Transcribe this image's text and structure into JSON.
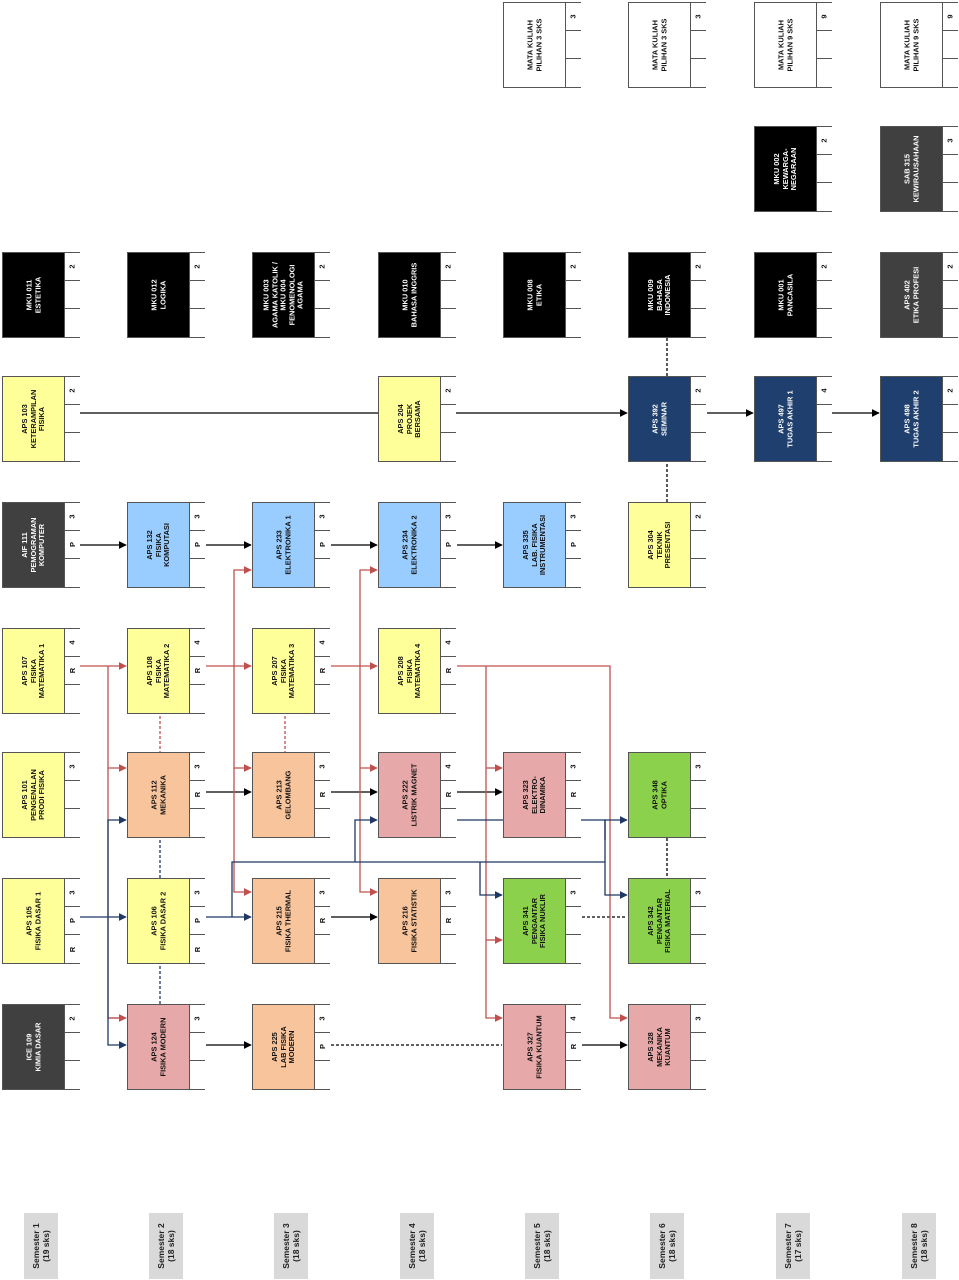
{
  "palette": {
    "yellow": "#ffff99",
    "blue": "#99ccff",
    "orange": "#f8c49c",
    "pink": "#e6a8a8",
    "green": "#8cd14b",
    "navy": "#1f3f6e",
    "black": "#000000",
    "darkgray": "#404040",
    "white": "#ffffff",
    "arrow_red": "#c0504d",
    "arrow_navy": "#1f3864",
    "arrow_black": "#000000"
  },
  "semesters": [
    {
      "id": "sem-1",
      "name": "Semester 1",
      "sks": "(19 sks)"
    },
    {
      "id": "sem-2",
      "name": "Semester 2",
      "sks": "(18 sks)"
    },
    {
      "id": "sem-3",
      "name": "Semester 3",
      "sks": "(18 sks)"
    },
    {
      "id": "sem-4",
      "name": "Semester 4",
      "sks": "(18 sks)"
    },
    {
      "id": "sem-5",
      "name": "Semester 5",
      "sks": "(18 sks)"
    },
    {
      "id": "sem-6",
      "name": "Semester 6",
      "sks": "(18 sks)"
    },
    {
      "id": "sem-7",
      "name": "Semester 7",
      "sks": "(17 sks)"
    },
    {
      "id": "sem-8",
      "name": "Semester 8",
      "sks": "(18 sks)"
    }
  ],
  "courses": [
    {
      "id": "mpil1",
      "sem": 5,
      "slot": 0,
      "lines": [
        "MATA KULIAH",
        "PILIHAN 3 SKS"
      ],
      "sks": "3",
      "mark": "",
      "color": "white"
    },
    {
      "id": "mpil2",
      "sem": 6,
      "slot": 0,
      "lines": [
        "MATA KULIAH",
        "PILIHAN 3 SKS"
      ],
      "sks": "3",
      "mark": "",
      "color": "white"
    },
    {
      "id": "mpil3",
      "sem": 7,
      "slot": 0,
      "lines": [
        "MATA KULIAH",
        "PILIHAN 9 SKS"
      ],
      "sks": "9",
      "mark": "",
      "color": "white"
    },
    {
      "id": "mpil4",
      "sem": 8,
      "slot": 0,
      "lines": [
        "MATA KULIAH",
        "PILIHAN 9 SKS"
      ],
      "sks": "9",
      "mark": "",
      "color": "white"
    },
    {
      "id": "mku002",
      "sem": 7,
      "slot": 1,
      "lines": [
        "MKU 002",
        "KEWARGA-",
        "NEGARAAN"
      ],
      "sks": "2",
      "mark": "",
      "color": "black"
    },
    {
      "id": "sab315",
      "sem": 8,
      "slot": 1,
      "lines": [
        "SAB 315",
        "KEWIRAUSAHAAN"
      ],
      "sks": "3",
      "mark": "",
      "color": "darkgray"
    },
    {
      "id": "mku011",
      "sem": 1,
      "slot": 2,
      "lines": [
        "MKU 011",
        "ESTETIKA"
      ],
      "sks": "2",
      "mark": "",
      "color": "black"
    },
    {
      "id": "mku012",
      "sem": 2,
      "slot": 2,
      "lines": [
        "MKU 012",
        "LOGIKA"
      ],
      "sks": "2",
      "mark": "",
      "color": "black"
    },
    {
      "id": "mku003",
      "sem": 3,
      "slot": 2,
      "lines": [
        "MKU 003",
        "AGAMA KATOLIK /",
        "MKU 004",
        "FENOMENOLOGI",
        "AGAMA"
      ],
      "sks": "2",
      "mark": "",
      "color": "black"
    },
    {
      "id": "mku010",
      "sem": 4,
      "slot": 2,
      "lines": [
        "MKU 010",
        "BAHASA INGGRIS"
      ],
      "sks": "2",
      "mark": "",
      "color": "black"
    },
    {
      "id": "mku008",
      "sem": 5,
      "slot": 2,
      "lines": [
        "MKU 008",
        "ETIKA"
      ],
      "sks": "2",
      "mark": "",
      "color": "black"
    },
    {
      "id": "mku009",
      "sem": 6,
      "slot": 2,
      "lines": [
        "MKU 009",
        "BAHASA",
        "INDONESIA"
      ],
      "sks": "2",
      "mark": "",
      "color": "black"
    },
    {
      "id": "mku001",
      "sem": 7,
      "slot": 2,
      "lines": [
        "MKU 001",
        "PANCASILA"
      ],
      "sks": "2",
      "mark": "",
      "color": "black"
    },
    {
      "id": "aps402",
      "sem": 8,
      "slot": 2,
      "lines": [
        "APS 402",
        "ETIKA PROFESI"
      ],
      "sks": "2",
      "mark": "",
      "color": "darkgray"
    },
    {
      "id": "aps103",
      "sem": 1,
      "slot": 3,
      "lines": [
        "APS 103",
        "KETERAMPILAN",
        "FISIKA"
      ],
      "sks": "2",
      "mark": "",
      "color": "yellow"
    },
    {
      "id": "aps204",
      "sem": 4,
      "slot": 3,
      "lines": [
        "APS 204",
        "PROJEK",
        "BERSAMA"
      ],
      "sks": "2",
      "mark": "",
      "color": "yellow"
    },
    {
      "id": "aps392",
      "sem": 6,
      "slot": 3,
      "lines": [
        "APS 392",
        "SEMINAR"
      ],
      "sks": "2",
      "mark": "",
      "color": "navy"
    },
    {
      "id": "aps497",
      "sem": 7,
      "slot": 3,
      "lines": [
        "APS 497",
        "TUGAS AKHIR 1"
      ],
      "sks": "4",
      "mark": "",
      "color": "navy"
    },
    {
      "id": "aps498",
      "sem": 8,
      "slot": 3,
      "lines": [
        "APS 498",
        "TUGAS AKHIR 2"
      ],
      "sks": "2",
      "mark": "",
      "color": "navy"
    },
    {
      "id": "aif111",
      "sem": 1,
      "slot": 4,
      "lines": [
        "AIF 111",
        "PEMOGRAMAN",
        "KOMPUTER"
      ],
      "sks": "3",
      "mark": "P",
      "color": "darkgray"
    },
    {
      "id": "aps132",
      "sem": 2,
      "slot": 4,
      "lines": [
        "APS 132",
        "FISIKA",
        "KOMPUTASI"
      ],
      "sks": "3",
      "mark": "P",
      "color": "blue"
    },
    {
      "id": "aps233",
      "sem": 3,
      "slot": 4,
      "lines": [
        "APS 233",
        "ELEKTRONIKA 1"
      ],
      "sks": "3",
      "mark": "P",
      "color": "blue"
    },
    {
      "id": "aps234",
      "sem": 4,
      "slot": 4,
      "lines": [
        "APS 234",
        "ELEKTRONIKA 2"
      ],
      "sks": "3",
      "mark": "P",
      "color": "blue"
    },
    {
      "id": "aps335",
      "sem": 5,
      "slot": 4,
      "lines": [
        "APS 335",
        "LAB. FISIKA",
        "INSTRUMENTASI"
      ],
      "sks": "3",
      "mark": "P",
      "color": "blue"
    },
    {
      "id": "aps304",
      "sem": 6,
      "slot": 4,
      "lines": [
        "APS 304",
        "TEKNIK",
        "PRESENTASI"
      ],
      "sks": "2",
      "mark": "",
      "color": "yellow"
    },
    {
      "id": "aps107",
      "sem": 1,
      "slot": 5,
      "lines": [
        "APS 107",
        "FISIKA",
        "MATEMATIKA 1"
      ],
      "sks": "4",
      "mark": "R",
      "color": "yellow"
    },
    {
      "id": "aps108",
      "sem": 2,
      "slot": 5,
      "lines": [
        "APS 108",
        "FISIKA",
        "MATEMATIKA 2"
      ],
      "sks": "4",
      "mark": "R",
      "color": "yellow"
    },
    {
      "id": "aps207",
      "sem": 3,
      "slot": 5,
      "lines": [
        "APS 207",
        "FISIKA",
        "MATEMATIKA 3"
      ],
      "sks": "4",
      "mark": "R",
      "color": "yellow"
    },
    {
      "id": "aps208",
      "sem": 4,
      "slot": 5,
      "lines": [
        "APS 208",
        "FISIKA",
        "MATEMATIKA 4"
      ],
      "sks": "4",
      "mark": "R",
      "color": "yellow"
    },
    {
      "id": "aps101",
      "sem": 1,
      "slot": 6,
      "lines": [
        "APS 101",
        "PENGENALAN",
        "PRODI FISIKA"
      ],
      "sks": "3",
      "mark": "",
      "color": "yellow"
    },
    {
      "id": "aps112",
      "sem": 2,
      "slot": 6,
      "lines": [
        "APS 112",
        "MEKANIKA"
      ],
      "sks": "3",
      "mark": "R",
      "color": "orange"
    },
    {
      "id": "aps213",
      "sem": 3,
      "slot": 6,
      "lines": [
        "APS 213",
        "GELOMBANG"
      ],
      "sks": "3",
      "mark": "R",
      "color": "orange"
    },
    {
      "id": "aps222",
      "sem": 4,
      "slot": 6,
      "lines": [
        "APS 222",
        "LISTRIK MAGNET"
      ],
      "sks": "4",
      "mark": "R",
      "color": "pink"
    },
    {
      "id": "aps323",
      "sem": 5,
      "slot": 6,
      "lines": [
        "APS 323",
        "ELEKTRO-",
        "DINAMIKA"
      ],
      "sks": "3",
      "mark": "R",
      "color": "pink"
    },
    {
      "id": "aps348",
      "sem": 6,
      "slot": 6,
      "lines": [
        "APS 348",
        "OPTIKA"
      ],
      "sks": "3",
      "mark": "",
      "color": "green"
    },
    {
      "id": "aps105",
      "sem": 1,
      "slot": 7,
      "lines": [
        "APS 105",
        "FISIKA DASAR 1"
      ],
      "sks": "3",
      "mark": "P",
      "mark3": "R",
      "color": "yellow"
    },
    {
      "id": "aps106",
      "sem": 2,
      "slot": 7,
      "lines": [
        "APS 106",
        "FISIKA DASAR 2"
      ],
      "sks": "3",
      "mark": "P",
      "mark3": "R",
      "color": "yellow"
    },
    {
      "id": "aps215",
      "sem": 3,
      "slot": 7,
      "lines": [
        "APS 215",
        "FISIKA THERMAL"
      ],
      "sks": "3",
      "mark": "R",
      "color": "orange"
    },
    {
      "id": "aps216",
      "sem": 4,
      "slot": 7,
      "lines": [
        "APS 216",
        "FISIKA STATISTIK"
      ],
      "sks": "3",
      "mark": "R",
      "color": "orange"
    },
    {
      "id": "aps341",
      "sem": 5,
      "slot": 7,
      "lines": [
        "APS 341",
        "PENGANTAR",
        "FISIKA NUKLIR"
      ],
      "sks": "3",
      "mark": "",
      "color": "green"
    },
    {
      "id": "aps342",
      "sem": 6,
      "slot": 7,
      "lines": [
        "APS 342",
        "PENGANTAR",
        "FISIKA MATERIAL"
      ],
      "sks": "3",
      "mark": "",
      "color": "green"
    },
    {
      "id": "ice109",
      "sem": 1,
      "slot": 8,
      "lines": [
        "ICE 109",
        "KIMIA DASAR"
      ],
      "sks": "2",
      "mark": "",
      "color": "darkgray"
    },
    {
      "id": "aps124",
      "sem": 2,
      "slot": 8,
      "lines": [
        "APS 124",
        "FISIKA MODERN"
      ],
      "sks": "3",
      "mark": "",
      "color": "pink"
    },
    {
      "id": "aps225",
      "sem": 3,
      "slot": 8,
      "lines": [
        "APS 225",
        "LAB FISIKA",
        "MODERN"
      ],
      "sks": "3",
      "mark": "P",
      "color": "orange"
    },
    {
      "id": "aps327",
      "sem": 5,
      "slot": 8,
      "lines": [
        "APS 327",
        "FISIKA KUANTUM"
      ],
      "sks": "4",
      "mark": "R",
      "color": "pink"
    },
    {
      "id": "aps328",
      "sem": 6,
      "slot": 8,
      "lines": [
        "APS 328",
        "MEKANIKA",
        "KUANTUM"
      ],
      "sks": "3",
      "mark": "",
      "color": "pink"
    }
  ]
}
